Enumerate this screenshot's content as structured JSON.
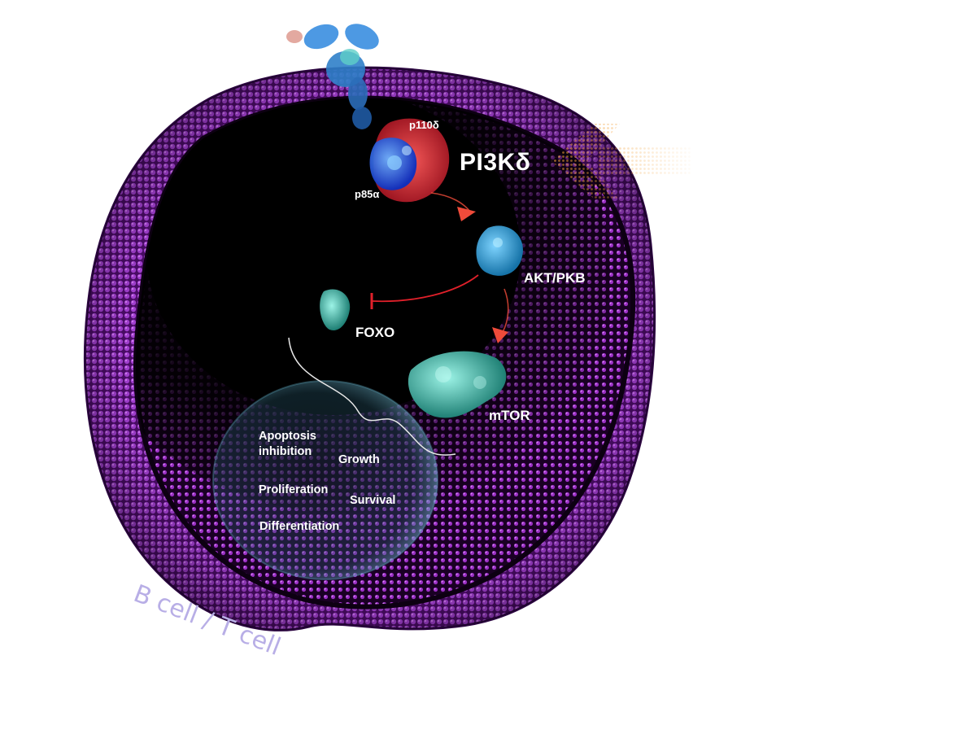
{
  "labels": {
    "p110d": "p110δ",
    "p85a": "p85α",
    "pi3kd": "PI3Kδ",
    "akt": "AKT/PKB",
    "foxo": "FOXO",
    "mtor": "mTOR"
  },
  "outcomes": {
    "apoptosis_line1": "Apoptosis",
    "apoptosis_line2": "inhibition",
    "growth": "Growth",
    "proliferation": "Proliferation",
    "survival": "Survival",
    "differentiation": "Differentiation"
  },
  "caption": "B cell / T cell",
  "colors": {
    "membrane": "#8a2bb5",
    "membrane_dark": "#3d0a55",
    "cytoplasm": "#000000",
    "pi3k_red": "#d01f2e",
    "pi3k_blue": "#1f4fe0",
    "akt_blue": "#2f9fd8",
    "foxo_teal": "#3fc9b4",
    "mtor_teal": "#5fd6c6",
    "activation_arrow": "#ef4b3a",
    "inhibition_bar": "#e0202a",
    "caption": "#b8aee6",
    "signal_arrow": "#f3a13a"
  },
  "icons": {
    "receptor": "antibody-receptor-icon",
    "signal": "signal-arrow-icon"
  }
}
